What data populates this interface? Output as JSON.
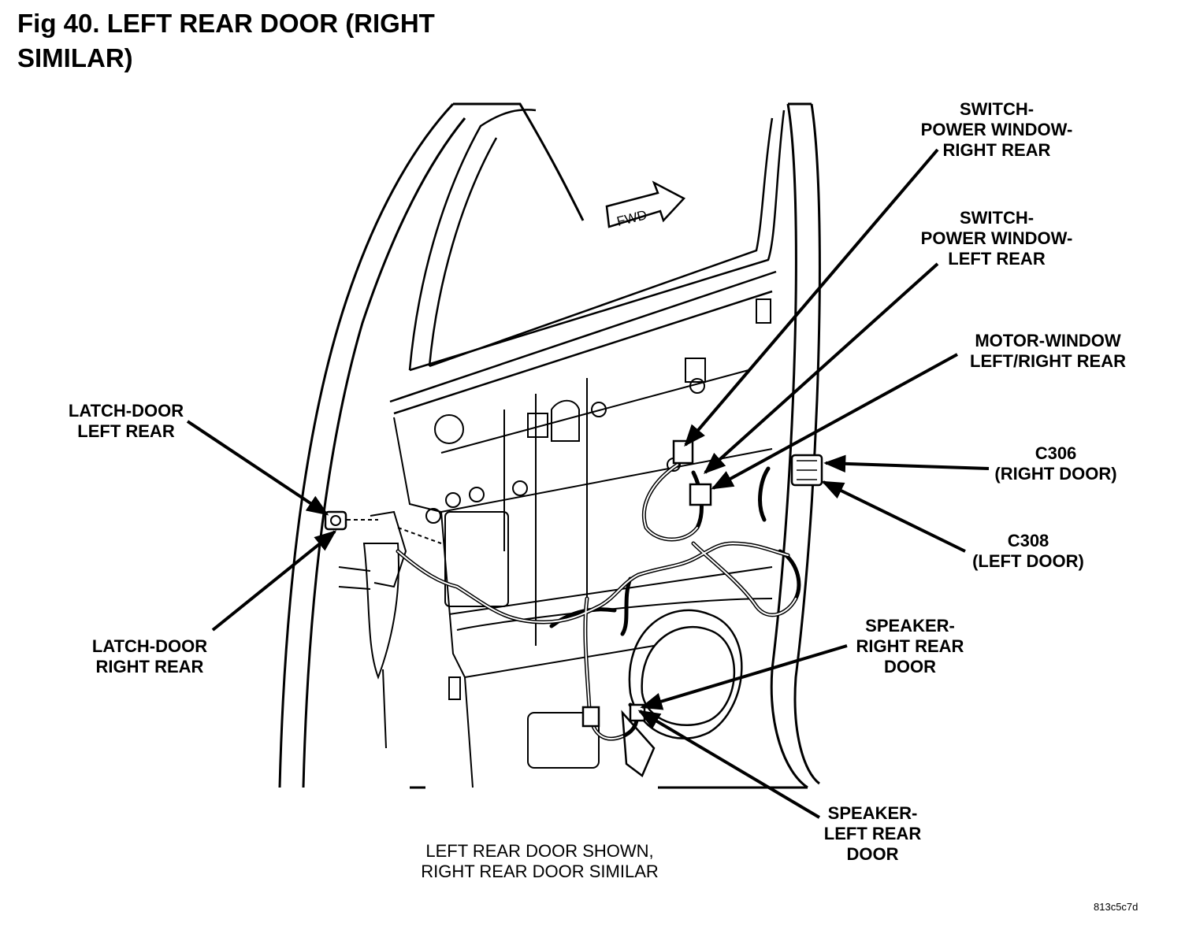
{
  "title": [
    "Fig 40. LEFT REAR DOOR (RIGHT",
    "SIMILAR)"
  ],
  "fwd_arrow_text": "FWD",
  "callouts": {
    "switch_right": [
      "SWITCH-",
      "POWER WINDOW-",
      "RIGHT REAR"
    ],
    "switch_left": [
      "SWITCH-",
      "POWER WINDOW-",
      "LEFT REAR"
    ],
    "motor_window": [
      "MOTOR-WINDOW",
      "LEFT/RIGHT REAR"
    ],
    "c306": [
      "C306",
      "(RIGHT DOOR)"
    ],
    "c308": [
      "C308",
      "(LEFT DOOR)"
    ],
    "speaker_right": [
      "SPEAKER-",
      "RIGHT REAR",
      "DOOR"
    ],
    "speaker_left": [
      "SPEAKER-",
      "LEFT REAR",
      "DOOR"
    ],
    "latch_left": [
      "LATCH-DOOR",
      "LEFT REAR"
    ],
    "latch_right": [
      "LATCH-DOOR",
      "RIGHT REAR"
    ]
  },
  "note": [
    "LEFT REAR DOOR SHOWN,",
    "RIGHT REAR DOOR SIMILAR"
  ],
  "image_code": "813c5c7d"
}
